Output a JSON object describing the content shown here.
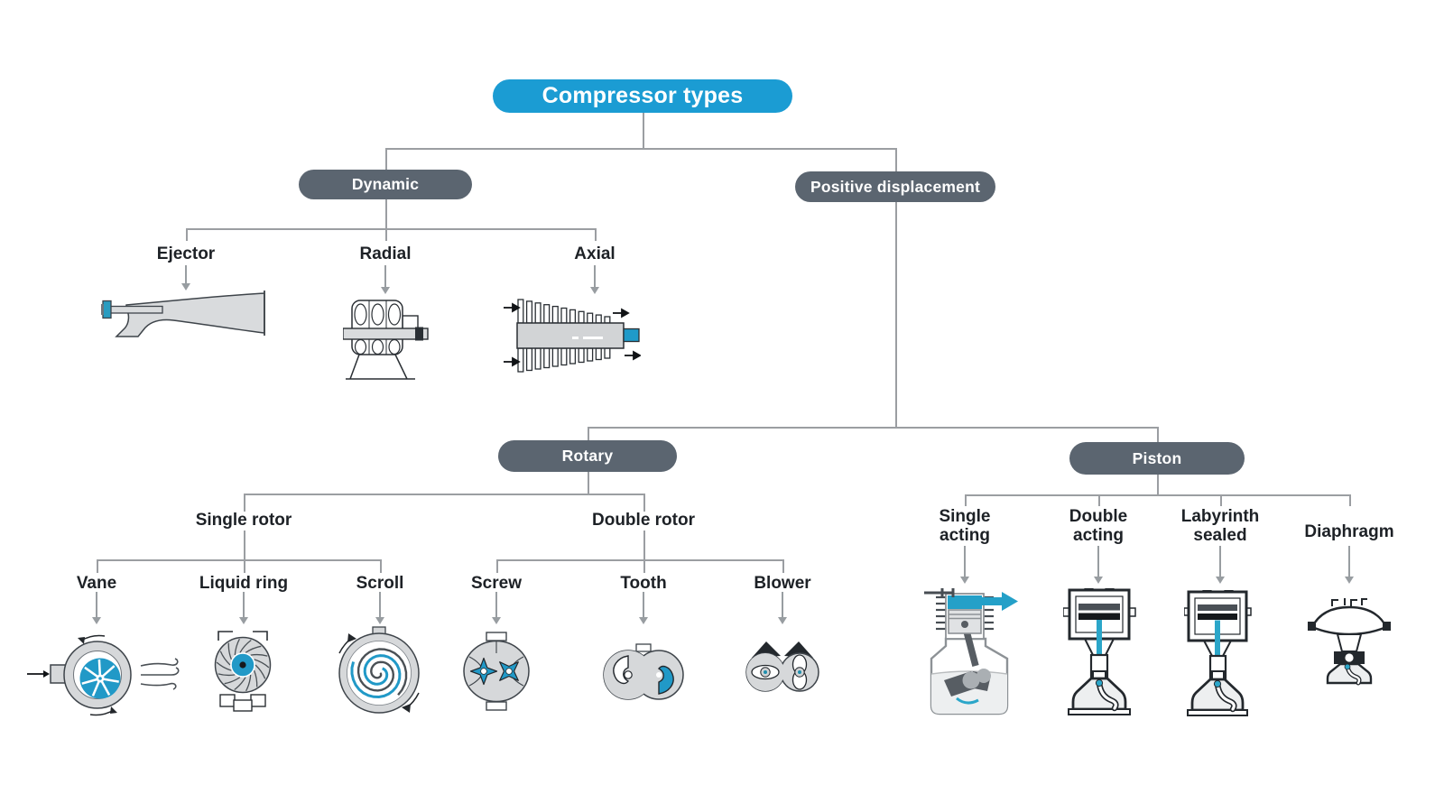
{
  "title": "Compressor types",
  "colors": {
    "accent_blue": "#1b9cd3",
    "node_gray": "#5b6570",
    "line_gray": "#9b9ea2",
    "arrow_gray": "#989da1",
    "label_dark": "#1d2126",
    "illustration_gray": "#d6d8da",
    "illustration_blue": "#2199c7"
  },
  "nodes": {
    "root": "Compressor types",
    "dynamic": "Dynamic",
    "positive_displacement": "Positive displacement",
    "rotary": "Rotary",
    "piston": "Piston"
  },
  "dynamic_children": [
    "Ejector",
    "Radial",
    "Axial"
  ],
  "rotary_groups": [
    {
      "label": "Single rotor",
      "children": [
        "Vane",
        "Liquid ring",
        "Scroll"
      ]
    },
    {
      "label": "Double rotor",
      "children": [
        "Screw",
        "Tooth",
        "Blower"
      ]
    }
  ],
  "piston_children": [
    "Single acting",
    "Double acting",
    "Labyrinth sealed",
    "Diaphragm"
  ]
}
